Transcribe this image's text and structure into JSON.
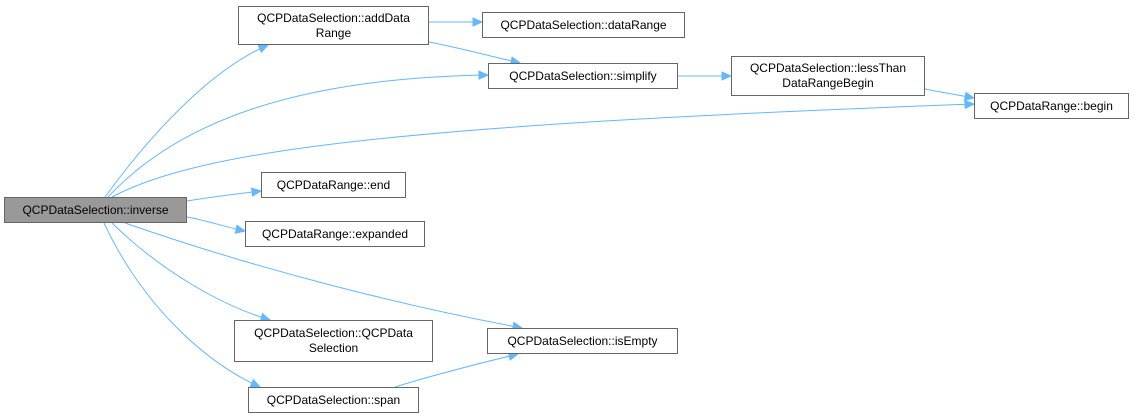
{
  "diagram": {
    "edge_color": "#63b8ff",
    "root_fill": "#999999",
    "node_border": "#666666",
    "nodes": [
      {
        "id": "inverse",
        "label": "QCPDataSelection::inverse",
        "root": true
      },
      {
        "id": "addDataRange",
        "label": "QCPDataSelection::addData\nRange"
      },
      {
        "id": "dataRange",
        "label": "QCPDataSelection::dataRange"
      },
      {
        "id": "simplify",
        "label": "QCPDataSelection::simplify"
      },
      {
        "id": "lessThan",
        "label": "QCPDataSelection::lessThan\nDataRangeBegin"
      },
      {
        "id": "begin",
        "label": "QCPDataRange::begin"
      },
      {
        "id": "end",
        "label": "QCPDataRange::end"
      },
      {
        "id": "expanded",
        "label": "QCPDataRange::expanded"
      },
      {
        "id": "ctor",
        "label": "QCPDataSelection::QCPData\nSelection"
      },
      {
        "id": "isEmpty",
        "label": "QCPDataSelection::isEmpty"
      },
      {
        "id": "span",
        "label": "QCPDataSelection::span"
      }
    ],
    "edges": [
      {
        "from": "inverse",
        "to": "addDataRange"
      },
      {
        "from": "inverse",
        "to": "simplify"
      },
      {
        "from": "inverse",
        "to": "begin"
      },
      {
        "from": "inverse",
        "to": "end"
      },
      {
        "from": "inverse",
        "to": "expanded"
      },
      {
        "from": "inverse",
        "to": "isEmpty"
      },
      {
        "from": "inverse",
        "to": "ctor"
      },
      {
        "from": "inverse",
        "to": "span"
      },
      {
        "from": "addDataRange",
        "to": "dataRange"
      },
      {
        "from": "addDataRange",
        "to": "simplify"
      },
      {
        "from": "simplify",
        "to": "lessThan"
      },
      {
        "from": "lessThan",
        "to": "begin"
      },
      {
        "from": "span",
        "to": "isEmpty"
      }
    ]
  }
}
